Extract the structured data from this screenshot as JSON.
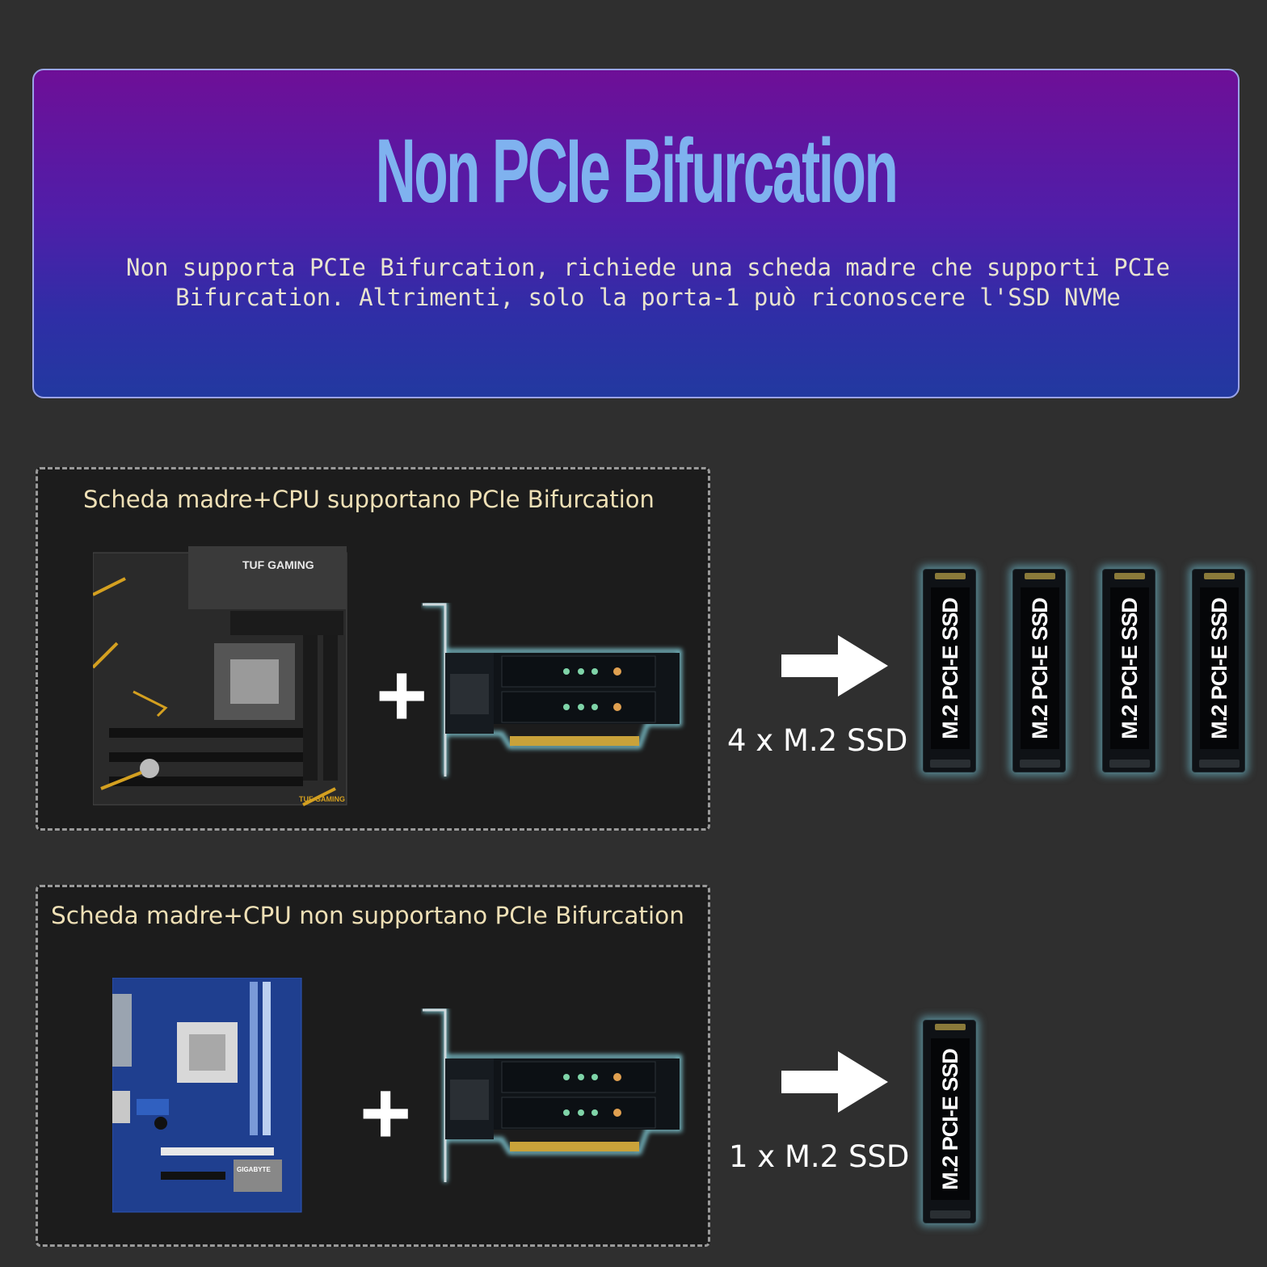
{
  "banner": {
    "title": "Non PCIe Bifurcation",
    "description_line1": "Non supporta PCIe Bifurcation, richiede una scheda madre che supporti PCIe",
    "description_line2": "Bifurcation. Altrimenti, solo la porta-1 può riconoscere l'SSD NVMe"
  },
  "panels": [
    {
      "title": "Scheda madre+CPU supportano PCIe Bifurcation",
      "motherboard_brand": "TUF GAMING",
      "plus": "+",
      "result_label": "4 x M.2 SSD",
      "ssd_count": 4
    },
    {
      "title": "Scheda madre+CPU non supportano PCIe Bifurcation",
      "motherboard_brand": "GIGABYTE",
      "plus": "+",
      "result_label": "1 x M.2 SSD",
      "ssd_count": 1
    }
  ],
  "ssd_sticker": "M.2 PCI-E SSD",
  "colors": {
    "background": "#2f2f2f",
    "banner_top": "#6e0f97",
    "banner_bottom": "#2239a0",
    "title": "#7fb2ef",
    "panel_title": "#efe0b6",
    "glow": "#78d2e6"
  }
}
